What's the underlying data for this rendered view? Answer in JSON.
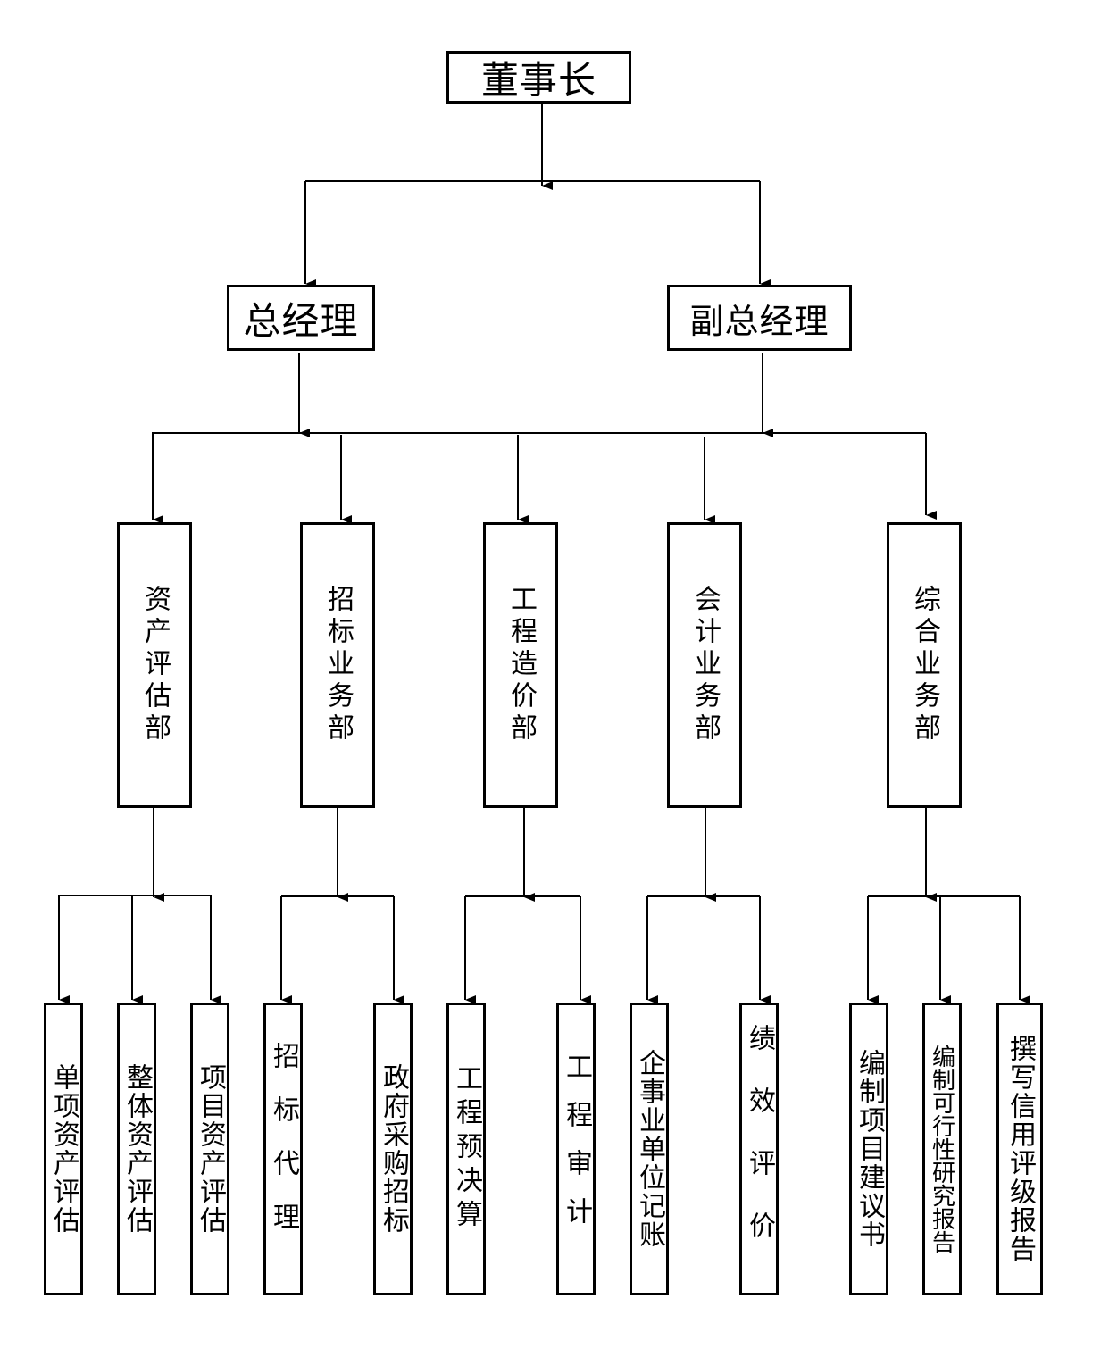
{
  "org_chart": {
    "chairman": "董事长",
    "general_manager": "总经理",
    "deputy_general_manager": "副总经理",
    "departments": [
      {
        "label": "资产评估部",
        "services": [
          "单项资产评估",
          "整体资产评估",
          "项目资产评估"
        ]
      },
      {
        "label": "招标业务部",
        "services": [
          "招标代理",
          "政府采购招标"
        ]
      },
      {
        "label": "工程造价部",
        "services": [
          "工程预决算",
          "工程审计"
        ]
      },
      {
        "label": "会计业务部",
        "services": [
          "企事业单位记账",
          "绩效评价"
        ]
      },
      {
        "label": "综合业务部",
        "services": [
          "编制项目建议书",
          "编制可行性研究报告",
          "撰写信用评级报告"
        ]
      }
    ]
  },
  "colors": {
    "line": "#000000",
    "box_border": "#000000",
    "background": "#ffffff"
  }
}
